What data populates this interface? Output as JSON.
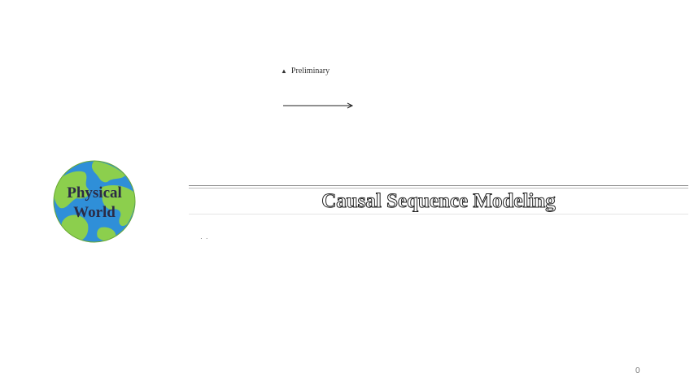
{
  "preface": {
    "marker": "▲",
    "label": "Preliminary"
  },
  "globe": {
    "label_line1": "Physical",
    "label_line2": "World",
    "icon": "globe-icon",
    "ocean_color": "#2f8fd8",
    "land_color": "#8ccf4d"
  },
  "banner": {
    "title": "Causal Sequence Modeling"
  },
  "footer": {
    "dots": "· ·",
    "page_number": "0"
  }
}
